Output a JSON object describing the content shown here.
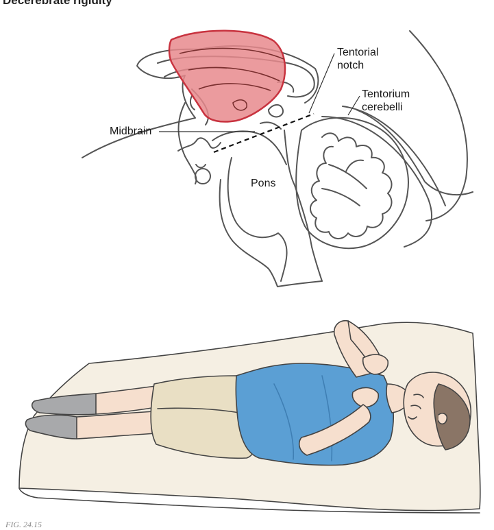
{
  "page": {
    "title": "Decerebrate rigidity",
    "caption": "FIG. 24.15"
  },
  "labels": {
    "tentorial_notch": [
      "Tentorial",
      "notch"
    ],
    "tentorium_cerebelli": [
      "Tentorium",
      "cerebelli"
    ],
    "midbrain": "Midbrain",
    "pons": "Pons"
  },
  "colors": {
    "lesion": "#e8898d",
    "lesion_stroke": "#c8333f",
    "shirt": "#5b9fd4",
    "shorts": "#e9dfc4",
    "socks": "#a8a9ab",
    "skin": "#f6dfce",
    "hair": "#8a7566",
    "mat": "#f5efe3"
  }
}
